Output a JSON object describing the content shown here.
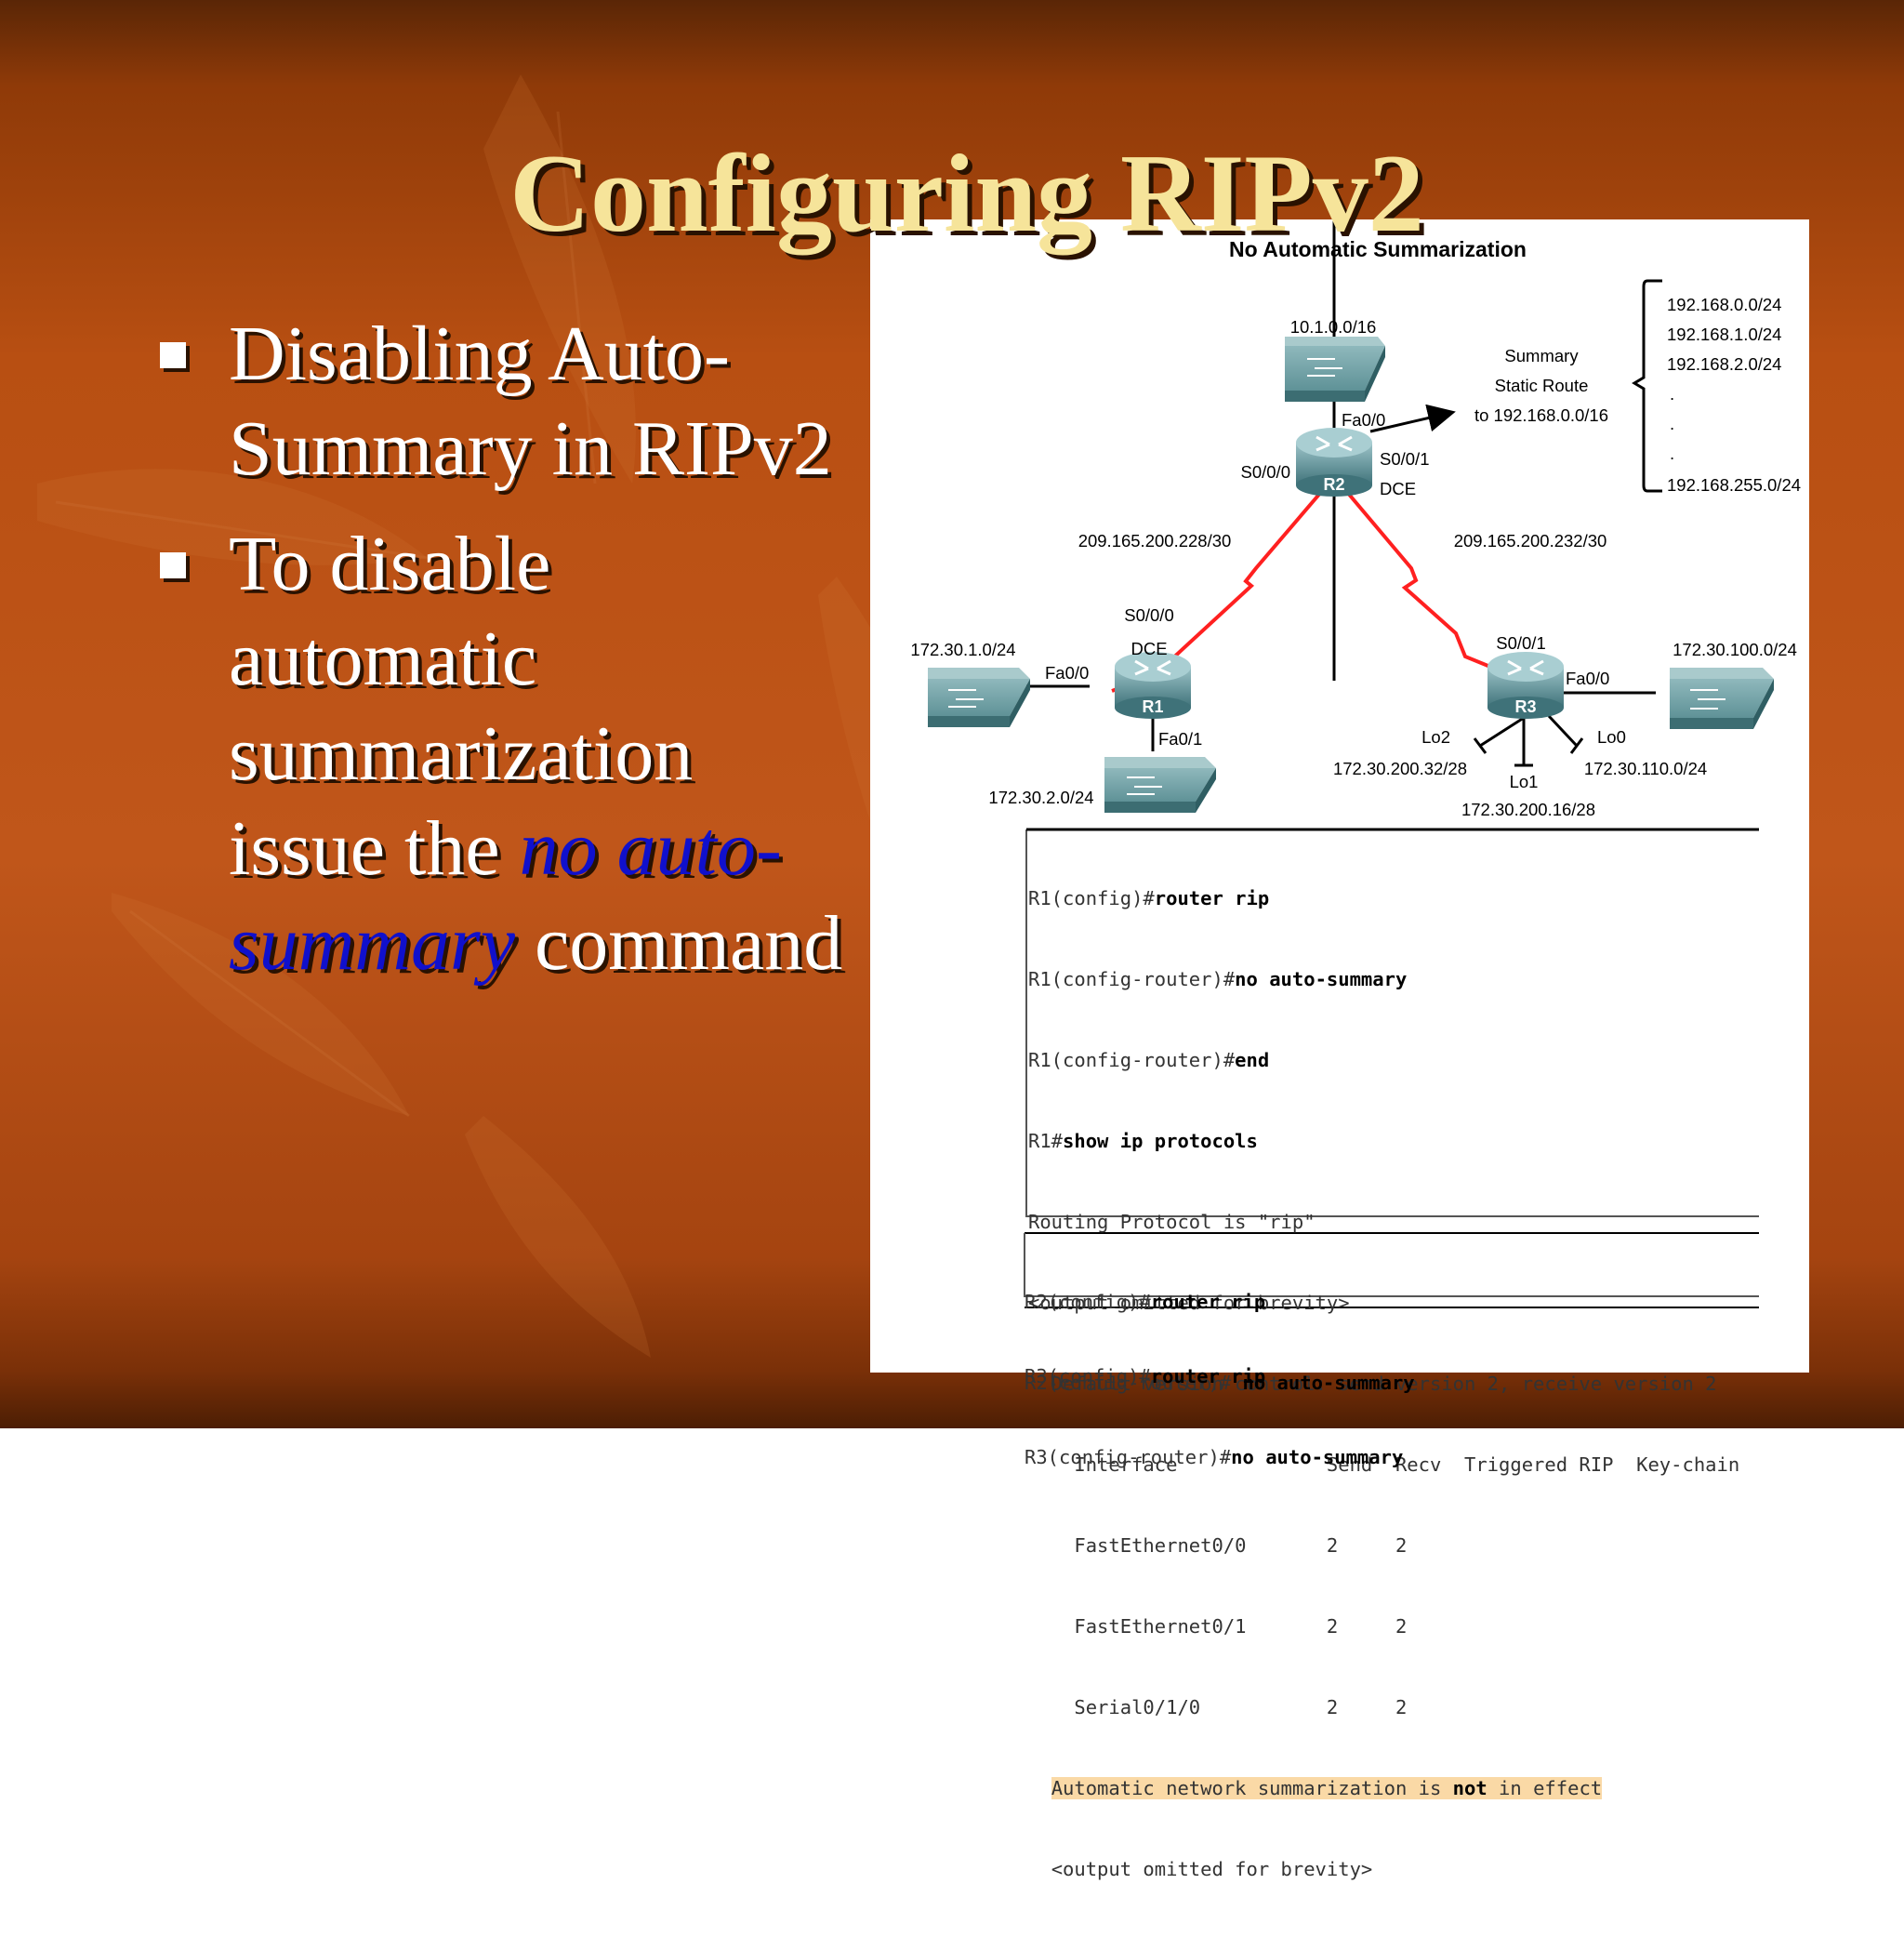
{
  "slide": {
    "title": "Configuring RIPv2",
    "bullets": [
      {
        "text": "Disabling Auto-Summary in RIPv2"
      },
      {
        "text_before": "To disable automatic summarization issue the ",
        "command": "no auto-summary",
        "text_after": " command"
      }
    ]
  },
  "diagram": {
    "title": "No Automatic Summarization",
    "routers": {
      "r1": "R1",
      "r2": "R2",
      "r3": "R3"
    },
    "networks": {
      "r2_lan": "10.1.0.0/16",
      "r1_r2_serial": "209.165.200.228/30",
      "r2_r3_serial": "209.165.200.232/30",
      "r1_lan1": "172.30.1.0/24",
      "r1_lan2": "172.30.2.0/24",
      "r3_lan": "172.30.100.0/24",
      "r3_lo2": "172.30.200.32/28",
      "r3_lo1": "172.30.200.16/28",
      "r3_lo0": "172.30.110.0/24"
    },
    "interfaces": {
      "r2_fa00": "Fa0/0",
      "r2_s000": "S0/0/0",
      "r2_s001": "S0/0/1",
      "r2_dce": "DCE",
      "r1_s000": "S0/0/0",
      "r1_dce": "DCE",
      "r1_fa00": "Fa0/0",
      "r1_fa01": "Fa0/1",
      "r3_s001": "S0/0/1",
      "r3_fa00": "Fa0/0",
      "r3_lo2": "Lo2",
      "r3_lo0": "Lo0",
      "r3_lo1": "Lo1"
    },
    "summary_route": [
      "Summary",
      "Static Route",
      "to 192.168.0.0/16"
    ],
    "summary_list": [
      "192.168.0.0/24",
      "192.168.1.0/24",
      "192.168.2.0/24",
      ".",
      ".",
      ".",
      "192.168.255.0/24"
    ]
  },
  "r1_output": {
    "lines": [
      {
        "prompt": "R1(config)#",
        "cmd": "router rip"
      },
      {
        "prompt": "R1(config-router)#",
        "cmd": "no auto-summary"
      },
      {
        "prompt": "R1(config-router)#",
        "cmd": "end"
      },
      {
        "prompt": "R1#",
        "cmd": "show ip protocols"
      },
      {
        "prompt": "Routing Protocol is \"rip\"",
        "cmd": ""
      },
      {
        "prompt": "<output omitted for brevity>",
        "cmd": ""
      },
      {
        "prompt": "  Default version control: send version 2, receive version 2",
        "cmd": ""
      },
      {
        "prompt": "    Interface             Send  Recv  Triggered RIP  Key-chain",
        "cmd": ""
      },
      {
        "prompt": "    FastEthernet0/0       2     2",
        "cmd": ""
      },
      {
        "prompt": "    FastEthernet0/1       2     2",
        "cmd": ""
      },
      {
        "prompt": "    Serial0/1/0           2     2",
        "cmd": ""
      }
    ],
    "highlight": {
      "before": "Automatic network summarization is ",
      "bold": "not",
      "after": " in effect"
    },
    "trailer": "<output omitted for brevity>"
  },
  "r2_output": {
    "lines": [
      {
        "prompt": "R2(config)#",
        "cmd": "router rip"
      },
      {
        "prompt": "R2(config-router)#",
        "cmd": " no auto-summary"
      }
    ]
  },
  "r3_output": {
    "lines": [
      {
        "prompt": "R3(config)#",
        "cmd": "router rip"
      },
      {
        "prompt": "R3(config-router)#",
        "cmd": "no auto-summary"
      }
    ]
  }
}
